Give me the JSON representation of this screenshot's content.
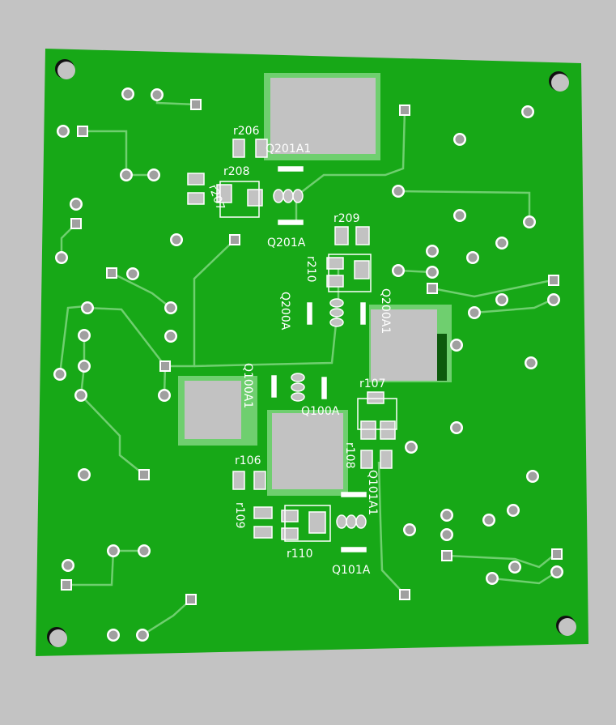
{
  "colors": {
    "background": "#c3c3c3",
    "board": "#17a817",
    "trace": "#6fcf6f",
    "pad": "#c2c2c2",
    "silkscreen": "#ffffff"
  },
  "designators": {
    "r206": "r206",
    "q201a1": "Q201A1",
    "r208": "r208",
    "r207": "r207",
    "q201a": "Q201A",
    "r209": "r209",
    "r210": "r210",
    "q200a": "Q200A",
    "q200a1": "Q200A1",
    "q100a1": "Q100A1",
    "q100a": "Q100A",
    "r107": "r107",
    "r106": "r106",
    "r108": "r108",
    "q101a1": "Q101A1",
    "r109": "r109",
    "r110": "r110",
    "q101a": "Q101A"
  }
}
